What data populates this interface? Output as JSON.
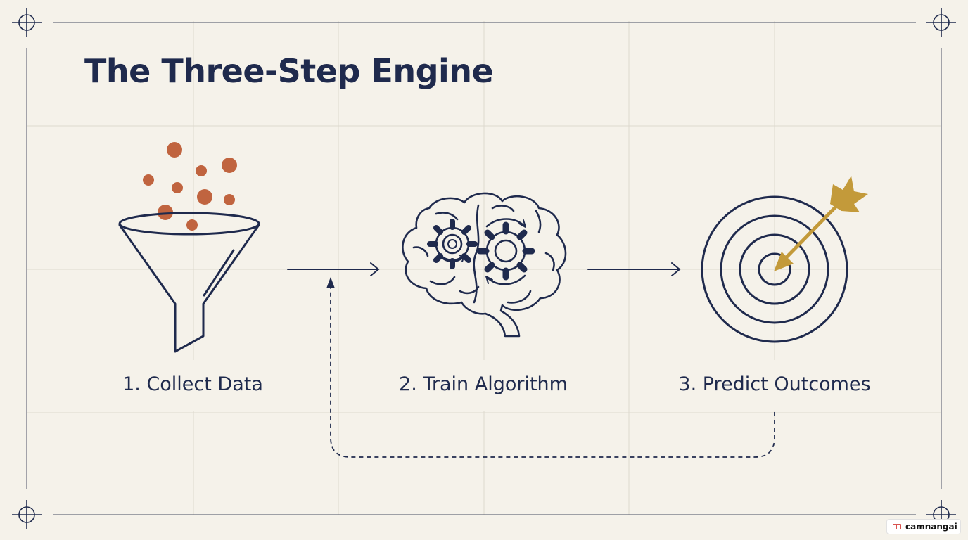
{
  "title": "The Three-Step Engine",
  "steps": [
    {
      "label": "1. Collect Data",
      "icon": "funnel-icon"
    },
    {
      "label": "2. Train Algorithm",
      "icon": "brain-gears-icon"
    },
    {
      "label": "3. Predict Outcomes",
      "icon": "target-icon"
    }
  ],
  "feedback_loop": {
    "from_step": 3,
    "to": "between-steps-1-2",
    "style": "dashed"
  },
  "badge": {
    "text": "camnangai",
    "icon": "book-icon"
  },
  "colors": {
    "background": "#f5f2ea",
    "ink": "#1f2a4d",
    "grid": "#d6d2c6",
    "data_dots": "#c0643f",
    "arrow_gold": "#c39a3a"
  }
}
